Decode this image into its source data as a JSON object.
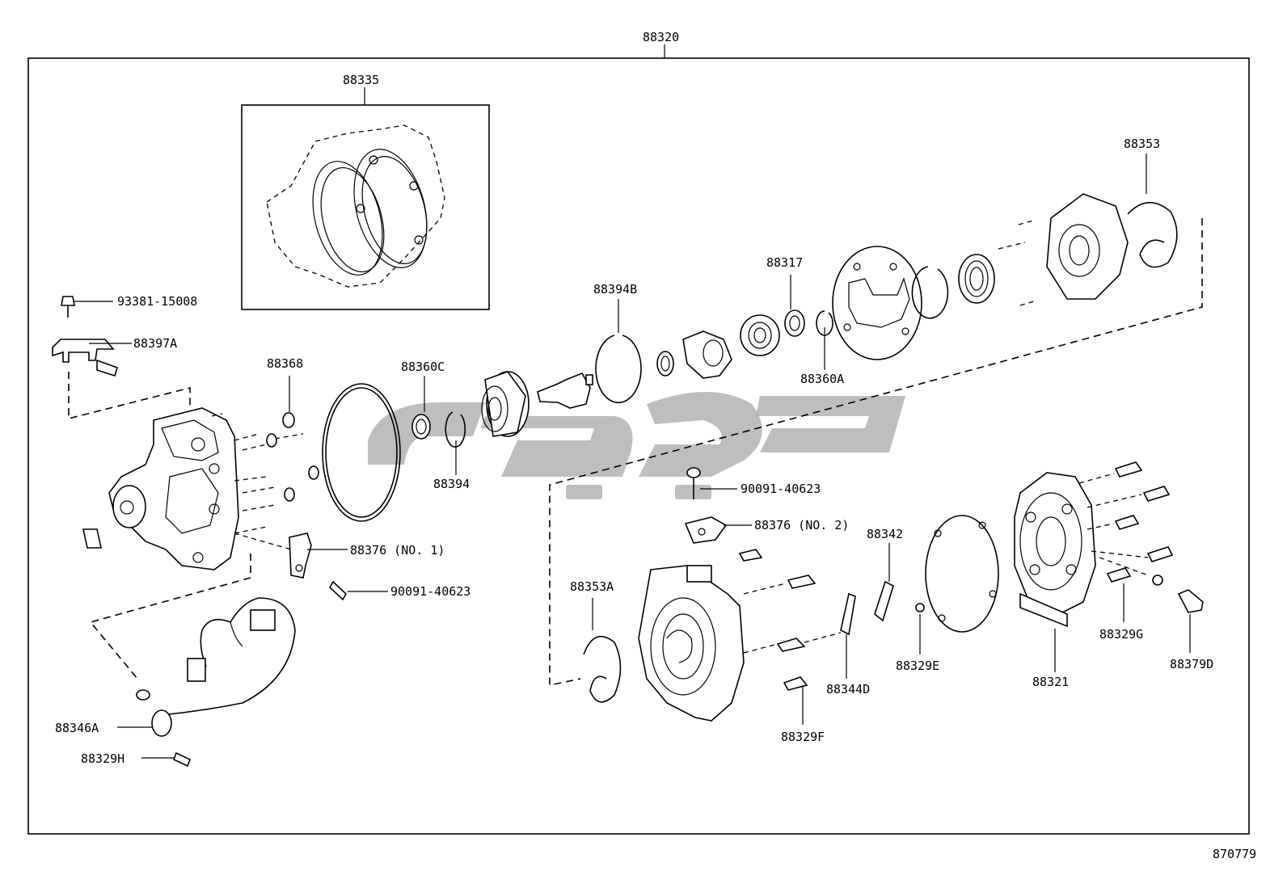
{
  "labels": {
    "assembly": "88320",
    "seal_kit": "88335",
    "bolt_93381": "93381-15008",
    "bracket": "88397A",
    "p88368": "88368",
    "p88360C": "88360C",
    "p88394B": "88394B",
    "p88394": "88394",
    "p88317": "88317",
    "p88360A": "88360A",
    "p88353": "88353",
    "screw_upper": "90091-40623",
    "p88376_no2": "88376 (NO. 2)",
    "p88376_no1": "88376 (NO. 1)",
    "screw_lower": "90091-40623",
    "p88342": "88342",
    "p88353A": "88353A",
    "p88329E": "88329E",
    "p88329G": "88329G",
    "p88379D": "88379D",
    "p88344D": "88344D",
    "p88321": "88321",
    "p88346A": "88346A",
    "p88329F": "88329F",
    "p88329H": "88329H",
    "diagram_no": "870779"
  },
  "colors": {
    "line": "#000000",
    "watermark": "#b3b3b3",
    "background": "#ffffff"
  }
}
